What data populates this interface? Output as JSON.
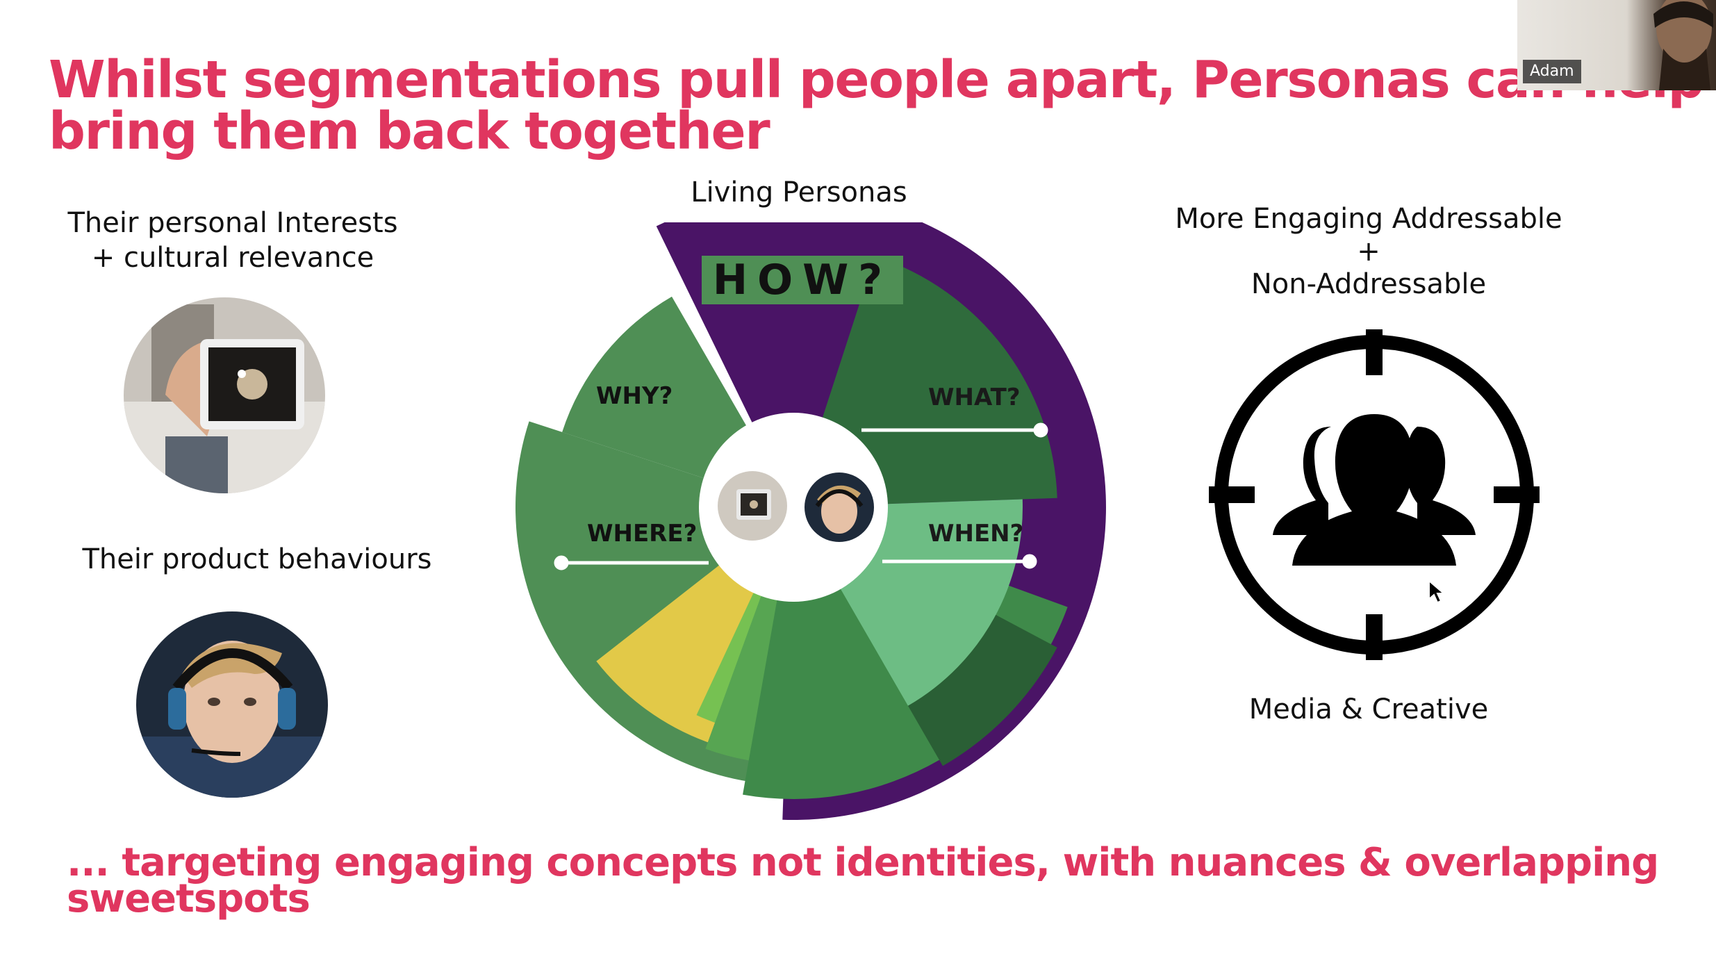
{
  "slide": {
    "title_lines": [
      "Whilst segmentations pull people apart, Personas can help",
      "bring them back together"
    ],
    "footer_lines": [
      "... targeting engaging concepts not identities, with nuances & overlapping",
      "sweetspots"
    ],
    "left_top_label_lines": [
      "Their personal Interests",
      "+ cultural relevance"
    ],
    "left_bottom_label": "Their product behaviours",
    "center_title": "Living Personas",
    "right_top_label_lines": [
      "More Engaging Addressable",
      "+",
      "Non-Addressable"
    ],
    "right_bottom_label": "Media & Creative",
    "wheel_labels": {
      "how": "HOW?",
      "why": "WHY?",
      "what": "WHAT?",
      "where": "WHERE?",
      "when": "WHEN?"
    }
  },
  "webcam": {
    "name": "Adam"
  },
  "colors": {
    "title": "#e0365f",
    "purple": "#4a1466",
    "green_dark": "#2f6b3c",
    "green_mid": "#4f8f55",
    "green_light": "#76c152",
    "mint": "#6dbd84",
    "yellow": "#e2c948",
    "icon": "#000000"
  },
  "icons": {
    "target": "crosshair-target-icon",
    "people": "user-group-icon"
  }
}
